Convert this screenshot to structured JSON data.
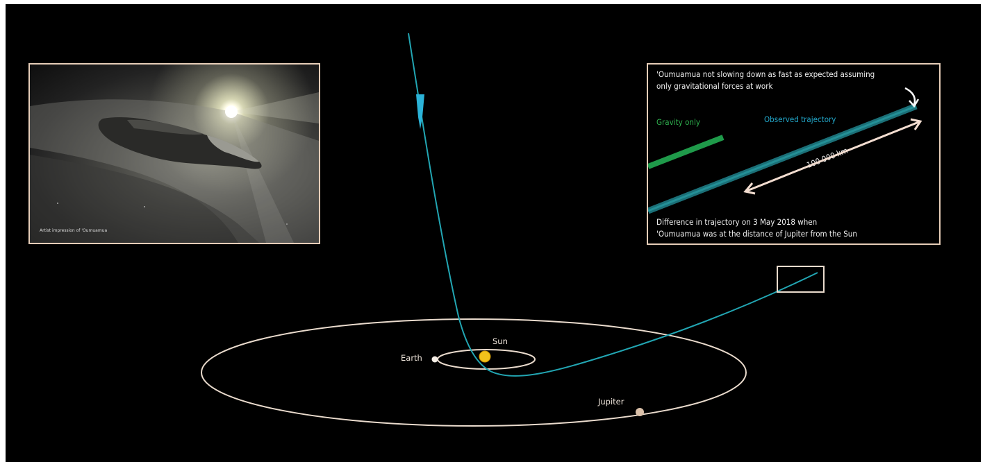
{
  "photo_inset": {
    "caption": "Artist impression of 'Oumuamua"
  },
  "trajectory_inset": {
    "heading_line1": "'Oumuamua not slowing down as fast as expected assuming",
    "heading_line2": "only gravitational forces at work",
    "gravity_label": "Gravity only",
    "observed_label": "Observed trajectory",
    "distance_label": "100 000 km",
    "footer_line1": "Difference in trajectory on 3 May 2018 when",
    "footer_line2": "'Oumuamua was at the distance of Jupiter from the Sun"
  },
  "bodies": {
    "sun": "Sun",
    "earth": "Earth",
    "jupiter": "Jupiter"
  },
  "colors": {
    "background": "#000000",
    "orbit": "#eadbcd",
    "trajectory": "#22a6b3",
    "gravity_only": "#1f9a4a",
    "sun": "#f2c21b",
    "inset_border": "#e6cdb8"
  }
}
